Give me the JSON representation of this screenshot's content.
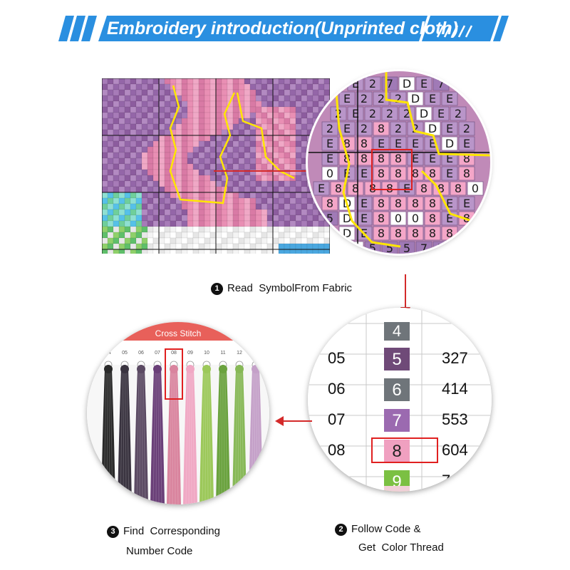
{
  "banner": {
    "title": "Embroidery introduction(Unprinted cloth)",
    "accent_color": "#2a8fe0"
  },
  "steps": {
    "read": {
      "number": "1",
      "text": "Read  SymbolFrom Fabric"
    },
    "follow": {
      "number": "2",
      "line1": "Follow Code &",
      "line2": "Get  Color Thread"
    },
    "find": {
      "number": "3",
      "line1": "Find  Corresponding",
      "line2": "Number Code"
    }
  },
  "code_chart": {
    "rows": [
      {
        "code": "05",
        "symbol": "5",
        "dmc": "327",
        "color": "#6f4a78"
      },
      {
        "code": "06",
        "symbol": "6",
        "dmc": "414",
        "color": "#6f757a"
      },
      {
        "code": "07",
        "symbol": "7",
        "dmc": "553",
        "color": "#9b6ab0"
      },
      {
        "code": "08",
        "symbol": "8",
        "dmc": "604",
        "color": "#f0a0c0"
      },
      {
        "code": "09",
        "symbol": "9",
        "dmc": "704",
        "color": "#7bc043"
      }
    ],
    "top_symbol": "4",
    "highlight_code": "08"
  },
  "thread_card": {
    "title": "Cross Stitch",
    "numbers": [
      "04",
      "05",
      "06",
      "07",
      "08",
      "09",
      "10",
      "11",
      "12"
    ],
    "highlight_number": "08"
  },
  "zoom_grid": {
    "rows": [
      "E27DE7",
      "E222DEE",
      "2E222DE2",
      "2E2822DE2",
      "E88EEEEDE",
      "E8888EEE8",
      "0EE8888E8",
      "E8888E8880",
      "8DE8888EE",
      "5DE8008E8",
      "DE88888",
      "D55577",
      "DE777"
    ]
  }
}
